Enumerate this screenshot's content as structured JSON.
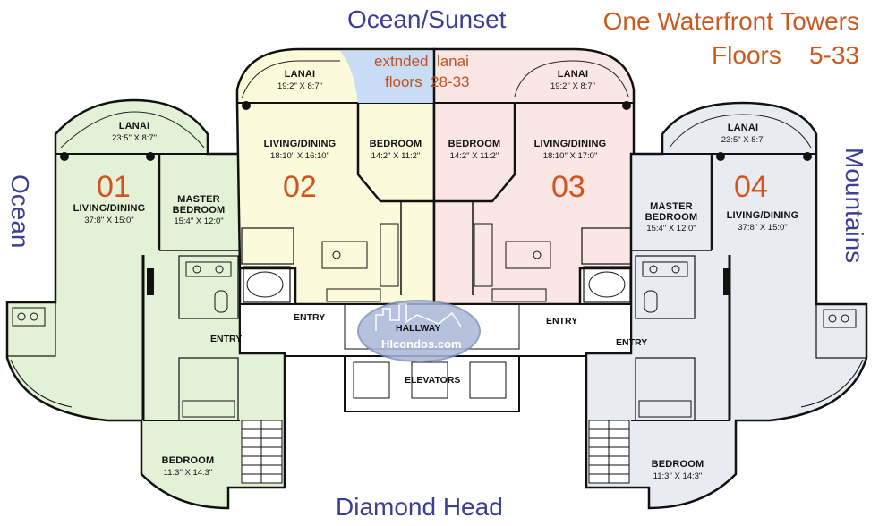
{
  "directions": {
    "top": "Ocean/Sunset",
    "left": "Ocean",
    "right": "Mountains",
    "bottom": "Diamond Head"
  },
  "title": {
    "line1": "One Waterfront Towers",
    "line2": "Floors    5-33"
  },
  "extended_lanai": {
    "line1": "extnded  lanai",
    "line2": "floors  28-33"
  },
  "colors": {
    "unit01": "#e3f2d6",
    "unit02": "#fbfbdc",
    "unit03": "#fbe6e6",
    "unit04": "#e8ecf2",
    "extended_lanai": "#c8dcf5",
    "direction_text": "#3b3f93",
    "title_text": "#cc5a1e"
  },
  "units": [
    {
      "number": "01",
      "rooms": [
        {
          "id": "lanai",
          "name": "LANAI",
          "dims": "23:5\" X 8:7\""
        },
        {
          "id": "living",
          "name": "LIVING/DINING",
          "dims": "37:8\" X 15:0\""
        },
        {
          "id": "master",
          "name": "MASTER BEDROOM",
          "dims": "15:4\" X 12:0\""
        },
        {
          "id": "bedroom",
          "name": "BEDROOM",
          "dims": "11:3\" X 14:3\""
        }
      ]
    },
    {
      "number": "02",
      "rooms": [
        {
          "id": "lanai",
          "name": "LANAI",
          "dims": "19:2\" X 8:7\""
        },
        {
          "id": "living",
          "name": "LIVING/DINING",
          "dims": "18:10\" X 16:10\""
        },
        {
          "id": "bedroom",
          "name": "BEDROOM",
          "dims": "14:2\" X 11:2\""
        }
      ]
    },
    {
      "number": "03",
      "rooms": [
        {
          "id": "lanai",
          "name": "LANAI",
          "dims": "19:2\" X 8:7\""
        },
        {
          "id": "living",
          "name": "LIVING/DINING",
          "dims": "18:10\" X 17:0\""
        },
        {
          "id": "bedroom",
          "name": "BEDROOM",
          "dims": "14:2\" X 11:2\""
        }
      ]
    },
    {
      "number": "04",
      "rooms": [
        {
          "id": "lanai",
          "name": "LANAI",
          "dims": "23:5\" X 8:7'"
        },
        {
          "id": "living",
          "name": "LIVING/DINING",
          "dims": "37:8\" X 15:0\""
        },
        {
          "id": "master",
          "name": "MASTER BEDROOM",
          "dims": "15:4\" X 12:0\""
        },
        {
          "id": "bedroom",
          "name": "BEDROOM",
          "dims": "11:3\" X 14:3\""
        }
      ]
    }
  ],
  "common": {
    "entry": "ENTRY",
    "hallway": "HALLWAY",
    "elevators": "ELEVATORS",
    "watermark": "HIcondos.com"
  }
}
